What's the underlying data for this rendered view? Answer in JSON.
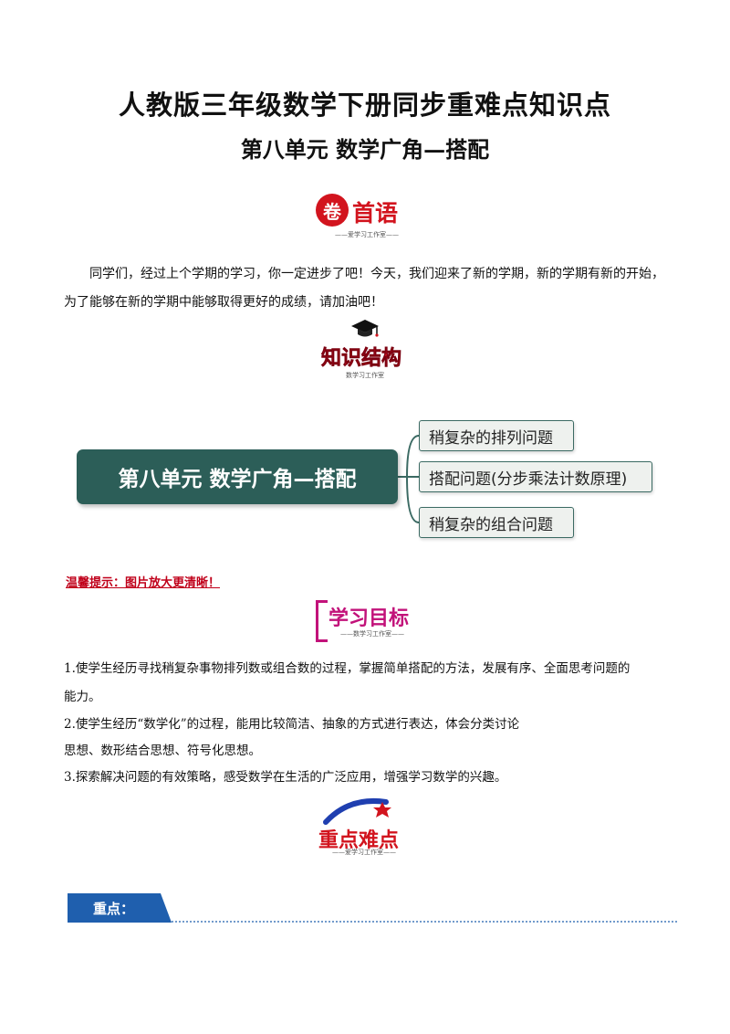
{
  "header": {
    "title": "人教版三年级数学下册同步重难点知识点",
    "subtitle": "第八单元  数学广角—搭配"
  },
  "sections": {
    "preface": {
      "char": "卷",
      "rest": "首语",
      "sub": "——爱学习工作室——"
    },
    "structure": {
      "label": "知识结构",
      "sub": "数学习工作室"
    },
    "goals": {
      "label": "学习目标",
      "sub": "——数学习工作室——"
    },
    "keypoints": {
      "label": "重点难点",
      "sub": "——爱学习工作室——"
    }
  },
  "intro": "同学们，经过上个学期的学习，你一定进步了吧！今天，我们迎来了新的学期，新的学期有新的开始，为了能够在新的学期中能够取得更好的成绩，请加油吧！",
  "mindmap": {
    "root": "第八单元 数学广角—搭配",
    "branches": [
      "稍复杂的排列问题",
      "搭配问题(分步乘法计数原理)",
      "稍复杂的组合问题"
    ]
  },
  "tip": "温馨提示：图片放大更清晰！",
  "goals_list": {
    "g1_line1": "1.使学生经历寻找稍复杂事物排列数或组合数的过程，掌握简单搭配的方法，发展有序、全面思考问题的",
    "g1_line2": "能力。",
    "g2_line1": "2.使学生经历“数学化”的过程，能用比较简洁、抽象的方式进行表达，体会分类讨论",
    "g2_line2": "思想、数形结合思想、符号化思想。",
    "g3": "3.探索解决问题的有效策略，感受数学在生活的广泛应用，增强学习数学的兴趣。"
  },
  "bottom_bar": {
    "label": "重点："
  },
  "colors": {
    "mind_main": "#2c5e58",
    "accent_red": "#d2141e",
    "bar_blue": "#1f5fae"
  }
}
